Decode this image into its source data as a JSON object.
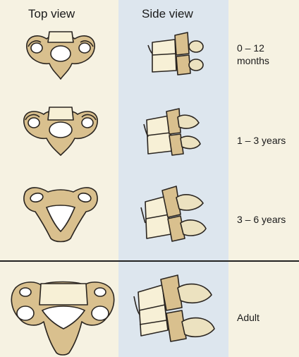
{
  "headers": {
    "top_view": "Top view",
    "side_view": "Side view"
  },
  "rows": [
    {
      "age_line1": "0 – 12",
      "age_line2": "months"
    },
    {
      "age_line1": "1 – 3 years",
      "age_line2": ""
    },
    {
      "age_line1": "3 – 6 years",
      "age_line2": ""
    },
    {
      "age_line1": "Adult",
      "age_line2": ""
    }
  ],
  "colors": {
    "background": "#f6f2e2",
    "side_band": "#dde6ee",
    "bone": "#d9c08e",
    "cartilage": "#f7f0d6",
    "outline": "#2a2520"
  }
}
